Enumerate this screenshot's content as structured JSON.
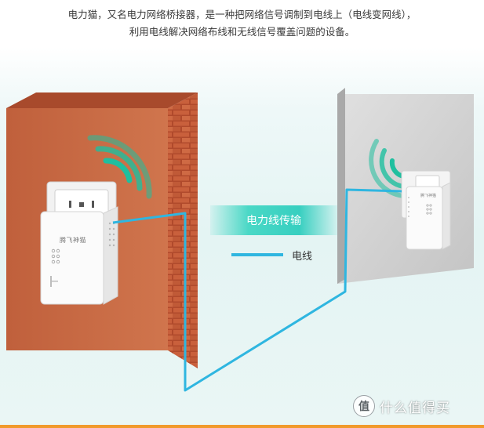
{
  "intro": {
    "line1": "电力猫，又名电力网络桥接器，是一种把网络信号调制到电线上（电线变网线），",
    "line2": "利用电线解决网络布线和无线信号覆盖问题的设备。"
  },
  "legend": {
    "transmission_label": "电力线传输",
    "wire_label": "电线"
  },
  "devices": {
    "left_brand": "腾飞神猫",
    "right_brand": "腾飞神猫"
  },
  "watermark": {
    "logo_char": "值",
    "text": "什么值得买"
  },
  "colors": {
    "brick_wall": "#c8673f",
    "concrete_wall": "#cfcfcf",
    "wifi_signal": "#1fbf9f",
    "power_line": "#2fb6e0",
    "accent_bar": "#f19a2c"
  }
}
